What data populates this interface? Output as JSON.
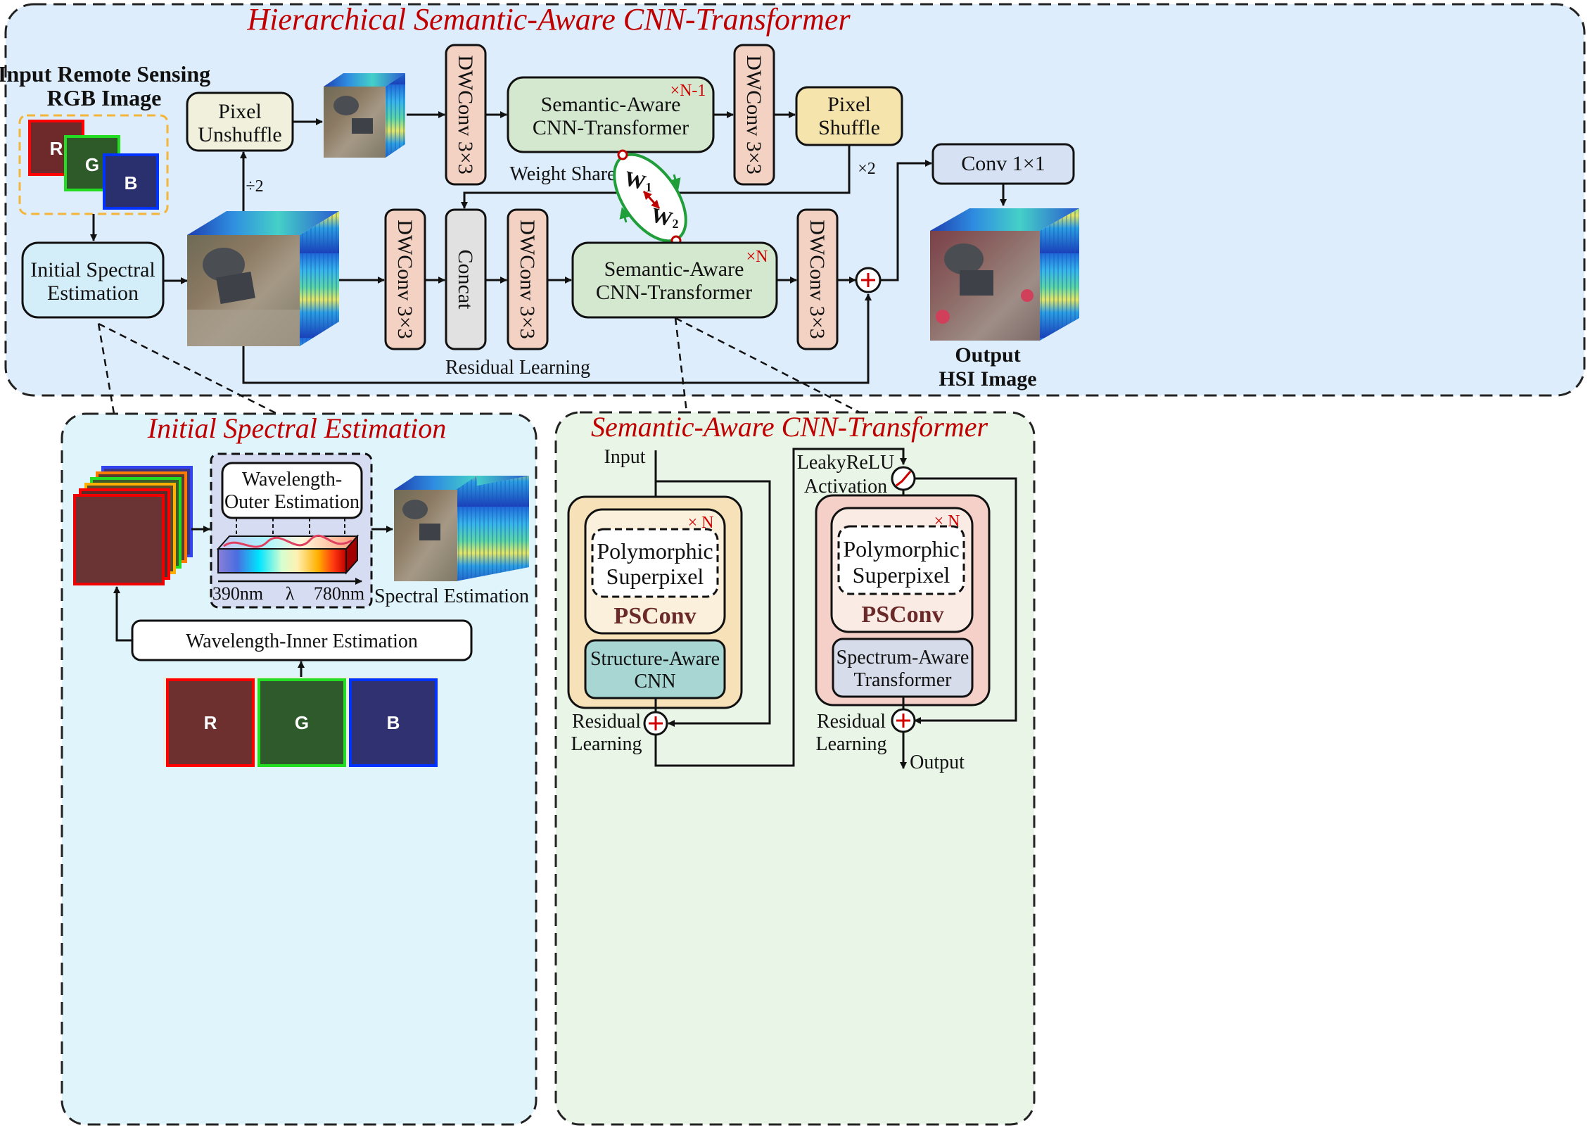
{
  "top": {
    "title": "Hierarchical Semantic-Aware CNN-Transformer",
    "input_label_1": "Input Remote Sensing",
    "input_label_2": "RGB Image",
    "channels": [
      "R",
      "G",
      "B"
    ],
    "initial_spectral_1": "Initial Spectral",
    "initial_spectral_2": "Estimation",
    "pixel_unshuffle_1": "Pixel",
    "pixel_unshuffle_2": "Unshuffle",
    "div2": "÷2",
    "dwconv": "DWConv 3×3",
    "semantic_1": "Semantic-Aware",
    "semantic_2": "CNN-Transformer",
    "repeat_n1": "×N-1",
    "repeat_n": "×N",
    "pixel_shuffle_1": "Pixel",
    "pixel_shuffle_2": "Shuffle",
    "times2": "×2",
    "weight_share": "Weight Share",
    "w1": "W",
    "w1_sub": "1",
    "w2": "W",
    "w2_sub": "2",
    "concat": "Concat",
    "residual_learning": "Residual Learning",
    "conv1x1": "Conv 1×1",
    "output_1": "Output",
    "output_2": "HSI Image"
  },
  "ise": {
    "title": "Initial Spectral Estimation",
    "wl_outer_1": "Wavelength-",
    "wl_outer_2": "Outer Estimation",
    "nm_start": "390nm",
    "lambda": "λ",
    "nm_end": "780nm",
    "spectral_estimation": "Spectral Estimation",
    "wl_inner": "Wavelength-Inner Estimation",
    "channels": [
      "R",
      "G",
      "B"
    ]
  },
  "sact": {
    "title": "Semantic-Aware CNN-Transformer",
    "input": "Input",
    "leaky_1": "LeakyReLU",
    "leaky_2": "Activation",
    "repeat": "× N",
    "poly_1": "Polymorphic",
    "poly_2": "Superpixel",
    "psconv": "PSConv",
    "struct_1": "Structure-Aware",
    "struct_2": "CNN",
    "spec_1": "Spectrum-Aware",
    "spec_2": "Transformer",
    "residual_1": "Residual",
    "residual_2": "Learning",
    "output": "Output"
  },
  "colors": {
    "top_panel": "#deedfb",
    "ise_panel": "#dff4fb",
    "sact_panel": "#e9f5e6",
    "red_title": "#c00000",
    "dwconv_fill": "#f3d2c4",
    "semantic_fill": "#d4e8cf",
    "pixel_unshuffle_fill": "#f0f0dc",
    "pixel_shuffle_fill": "#f6e4ad",
    "concat_fill": "#e1e1e1",
    "conv1x1_fill": "#d6e2f4",
    "ise_box_fill": "#d3edf9",
    "psconv_left_fill": "#f7e1b8",
    "psconv_right_fill": "#f5d0c8",
    "struct_fill": "#a8d6d3",
    "spec_fill": "#d6dcea",
    "input_dash": "#f3b53a",
    "arrow": "#111111",
    "weight_share_green": "#1f9e3a",
    "weight_share_red": "#c00000"
  }
}
